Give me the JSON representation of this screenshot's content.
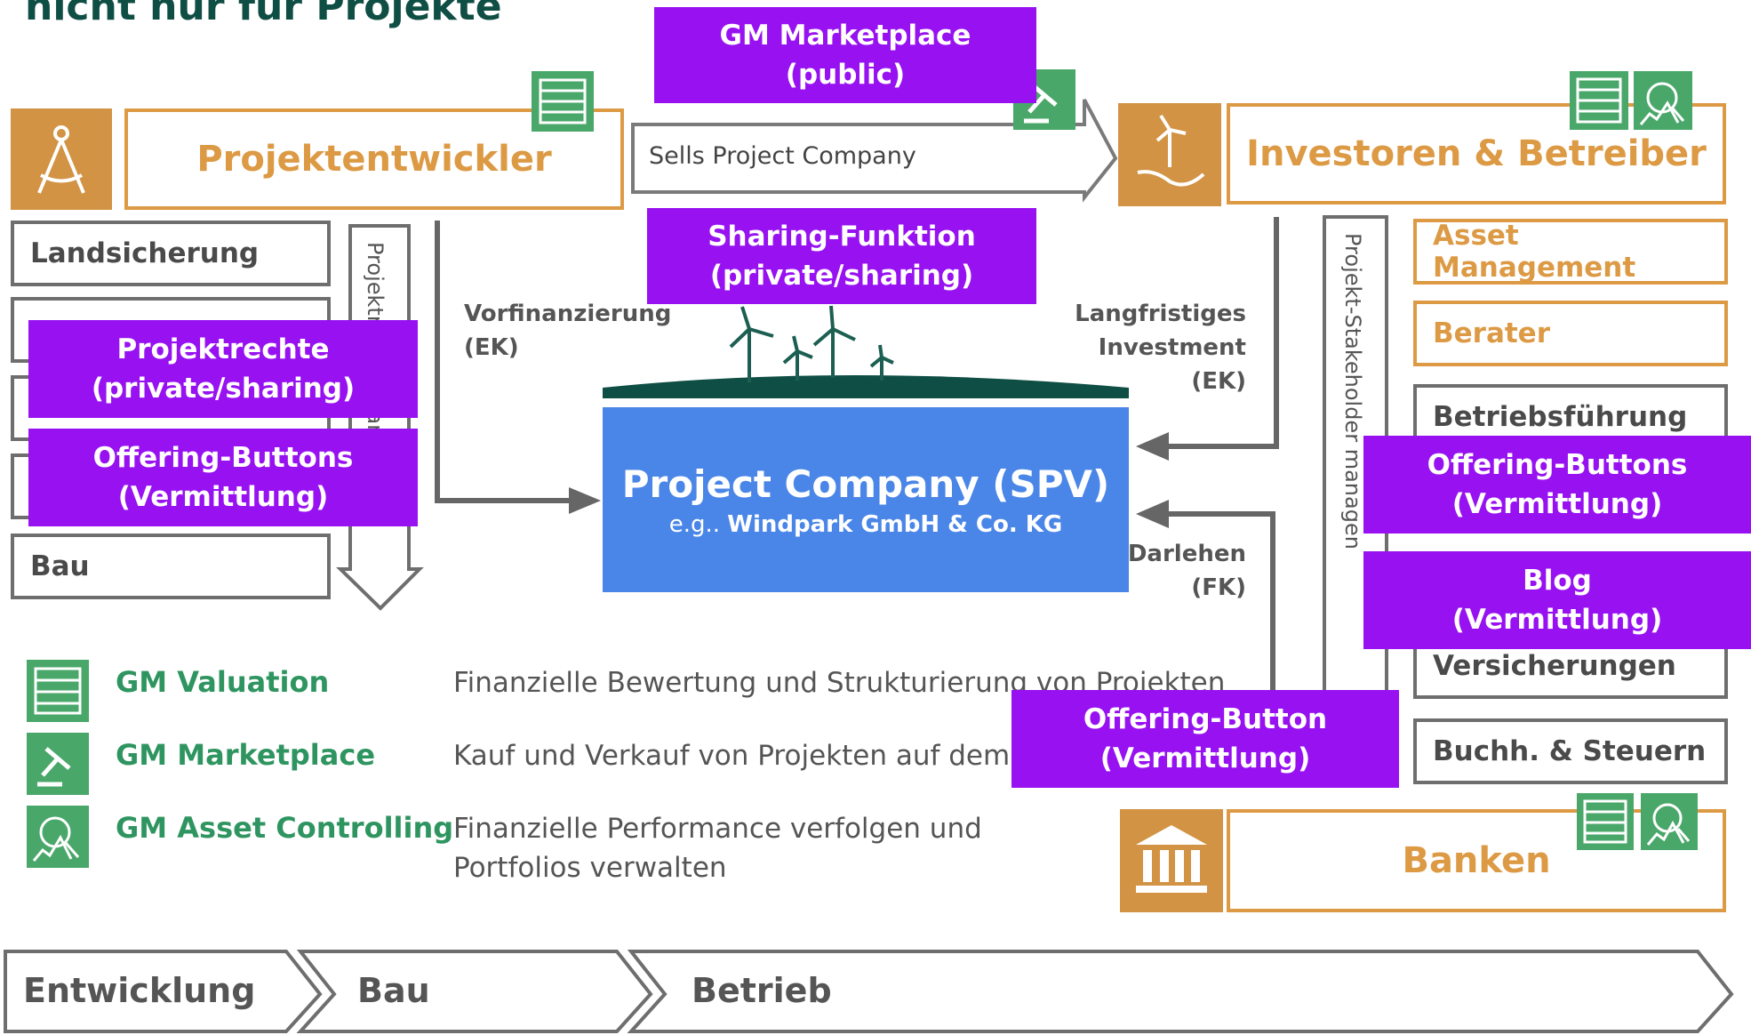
{
  "title": "nicht nur für Projekte",
  "colors": {
    "orange": "#dd9a45",
    "purple": "#9711f1",
    "blue": "#4a86e8",
    "green": "#2f9560",
    "gray": "#6e6e6e"
  },
  "developer": {
    "label": "Projektentwickler",
    "icon": "compass-icon",
    "tasks": [
      "Landsicherung",
      "",
      "",
      "",
      "Bau"
    ],
    "vertical_label": "Projektrechte managen"
  },
  "investors": {
    "label": "Investoren & Betreiber",
    "icon": "hand-windmill-icon",
    "tasks": [
      "Asset Management",
      "Berater",
      "Betriebsführung",
      "",
      "",
      "Versicherungen",
      "Buchh. & Steuern"
    ],
    "vertical_label": "Projekt-Stakeholder managen"
  },
  "banks": {
    "label": "Banken",
    "icon": "bank-icon"
  },
  "spv": {
    "title": "Project Company (SPV)",
    "subtitle_prefix": "e.g..",
    "subtitle_name": "Windpark GmbH & Co. KG"
  },
  "flows": {
    "sells": "Sells Project Company",
    "vorfinanzierung": [
      "Vorfinanzierung",
      "(EK)"
    ],
    "langfristig": [
      "Langfristiges Investment",
      "(EK)"
    ],
    "darlehen": [
      "Darlehen",
      "(FK)"
    ]
  },
  "overlays": {
    "marketplace": [
      "GM Marketplace",
      "(public)"
    ],
    "sharing": [
      "Sharing-Funktion",
      "(private/sharing)"
    ],
    "projektrechte": [
      "Projektrechte",
      "(private/sharing)"
    ],
    "offering_left": [
      "Offering-Buttons",
      "(Vermittlung)"
    ],
    "offering_right": [
      "Offering-Buttons",
      "(Vermittlung)"
    ],
    "blog": [
      "Blog",
      "(Vermittlung)"
    ],
    "offering_button": [
      "Offering-Button",
      "(Vermittlung)"
    ]
  },
  "legend": [
    {
      "name": "GM Valuation",
      "icon": "abacus-icon",
      "desc": [
        "Finanzielle Bewertung und Strukturierung von Projekten"
      ]
    },
    {
      "name": "GM Marketplace",
      "icon": "gavel-icon",
      "desc": [
        "Kauf und Verkauf von Projekten auf dem"
      ]
    },
    {
      "name": "GM Asset Controlling",
      "icon": "chart-magnifier-icon",
      "desc": [
        "Finanzielle Performance verfolgen und",
        "Portfolios verwalten"
      ]
    }
  ],
  "phases": [
    "Entwicklung",
    "Bau",
    "Betrieb"
  ]
}
